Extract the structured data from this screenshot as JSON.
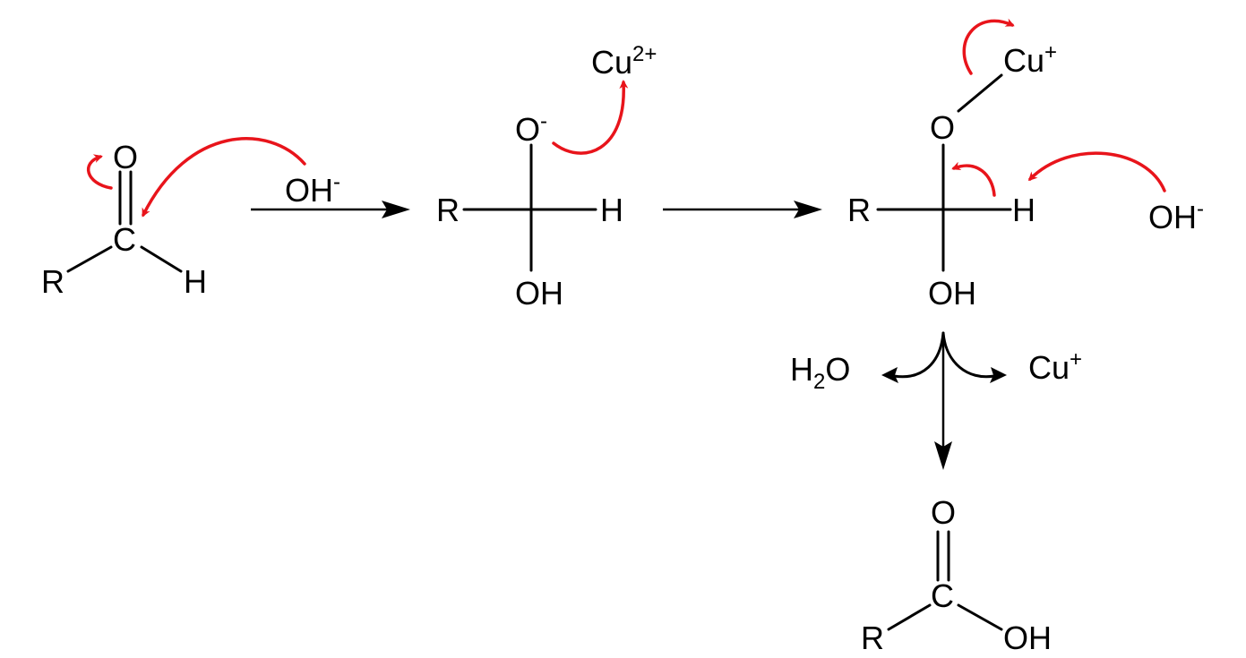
{
  "colors": {
    "text": "#000000",
    "electron_arrow": "#e8141b",
    "reaction_arrow": "#000000"
  },
  "aldehyde": {
    "O": "O",
    "C": "C",
    "R": "R",
    "H": "H"
  },
  "step1": {
    "reagent": "OH",
    "reagent_charge": "-"
  },
  "intermediate1": {
    "R": "R",
    "H": "H",
    "O": "O",
    "O_charge": "-",
    "OH": "OH",
    "Cu": "Cu",
    "Cu_charge": "2+"
  },
  "intermediate2": {
    "R": "R",
    "H": "H",
    "O": "O",
    "OH": "OH",
    "Cu": "Cu",
    "Cu_charge": "+",
    "base": "OH",
    "base_charge": "-"
  },
  "byproducts": {
    "water_H": "H",
    "water_sub": "2",
    "water_O": "O",
    "Cu": "Cu",
    "Cu_charge": "+"
  },
  "product": {
    "O": "O",
    "C": "C",
    "R": "R",
    "OH": "OH"
  }
}
